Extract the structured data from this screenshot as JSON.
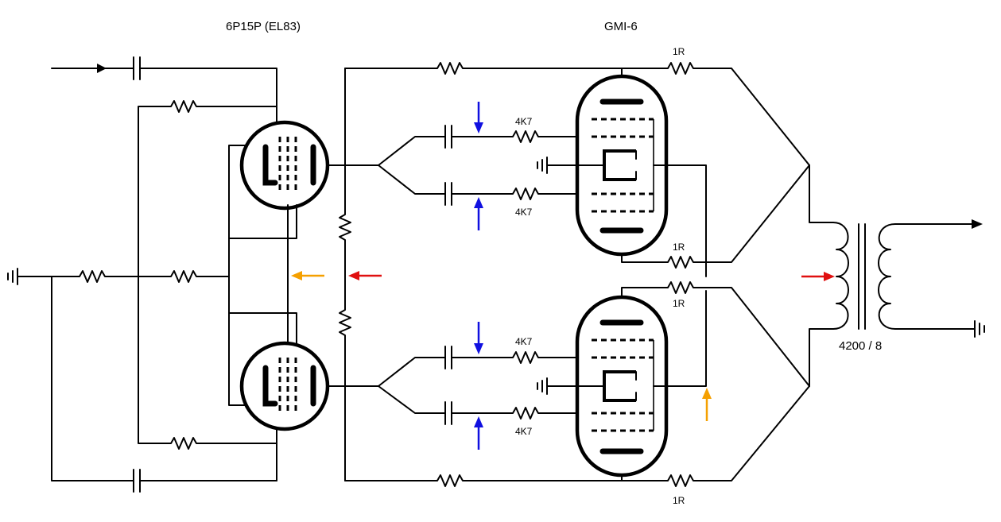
{
  "labels": {
    "driver_tube": "6P15P (EL83)",
    "output_tube": "GMI-6",
    "transformer": "4200 / 8",
    "res_1r": "1R",
    "res_4k7": "4K7"
  },
  "colors": {
    "wire": "#000000",
    "blue_arrow": "#1010e0",
    "red_arrow": "#e01010",
    "orange_arrow": "#f5a000"
  }
}
